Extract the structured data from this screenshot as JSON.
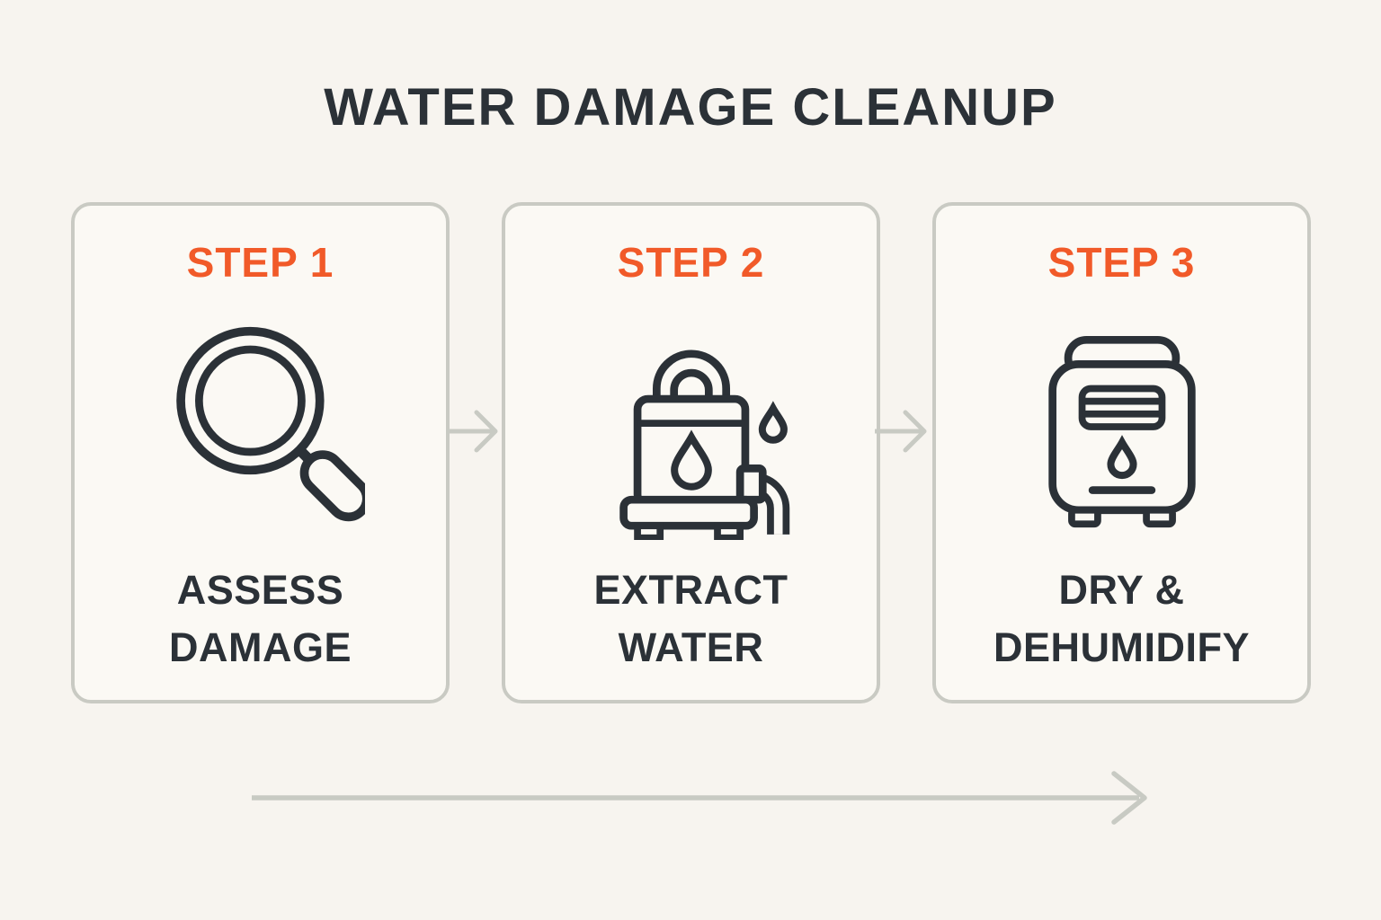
{
  "title": "WATER DAMAGE CLEANUP",
  "steps": [
    {
      "label": "STEP 1",
      "caption": "ASSESS DAMAGE",
      "icon": "magnifier-icon"
    },
    {
      "label": "STEP 2",
      "caption": "EXTRACT WATER",
      "icon": "water-pump-icon"
    },
    {
      "label": "STEP 3",
      "caption": "DRY & DEHUMIDIFY",
      "icon": "dehumidifier-icon"
    }
  ],
  "colors": {
    "background": "#f7f4ef",
    "card_background": "#fbf9f4",
    "card_border": "#c9cac3",
    "accent_orange": "#f15a29",
    "text_dark": "#2b3137",
    "arrow_gray": "#c8cac3"
  }
}
